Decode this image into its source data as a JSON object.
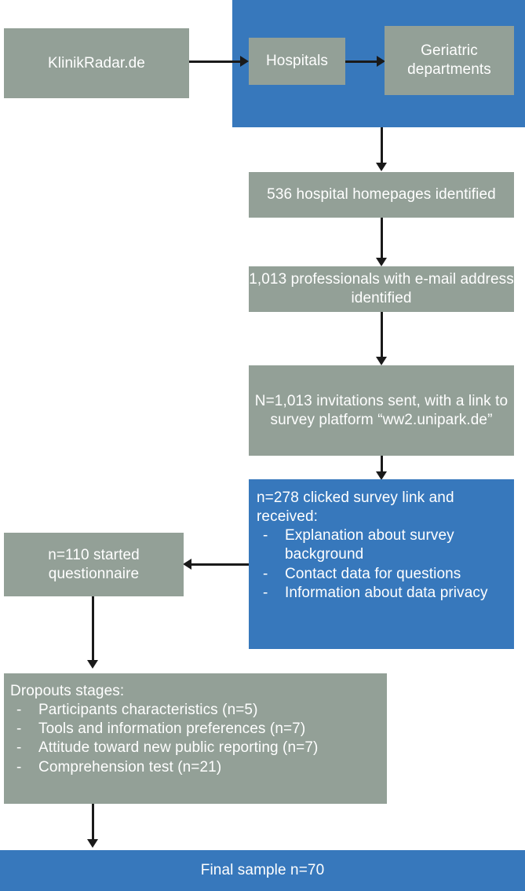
{
  "diagram": {
    "title": "Study recruitment flowchart",
    "colors": {
      "gray_box": "#93a097",
      "blue_box": "#3778bc",
      "blue_panel": "#3778bc",
      "arrow": "#1a1a1a",
      "text": "#ffffff",
      "background": "#ffffff"
    },
    "nodes": {
      "source": {
        "label": "KlinikRadar.de"
      },
      "hospitals": {
        "label": "Hospitals"
      },
      "geriatric": {
        "label": "Geriatric departments"
      },
      "homepages": {
        "label": "536 hospital homepages identified"
      },
      "professionals": {
        "label": "1,013 professionals with e-mail address identified"
      },
      "invitations": {
        "label": "N=1,013 invitations sent, with a link to survey platform “ww2.unipark.de”"
      },
      "clicked": {
        "lead": "n=278 clicked survey link and received:",
        "bullets": [
          "Explanation about survey background",
          "Contact data for questions",
          "Information about data privacy"
        ],
        "bullet_marker": "-"
      },
      "started": {
        "label": "n=110 started questionnaire"
      },
      "dropouts": {
        "lead": "Dropouts stages:",
        "bullets": [
          "Participants characteristics (n=5)",
          "Tools and information preferences (n=7)",
          "Attitude toward new public reporting (n=7)",
          "Comprehension test (n=21)"
        ],
        "bullet_marker": "-"
      },
      "final": {
        "label": "Final sample n=70"
      }
    }
  }
}
